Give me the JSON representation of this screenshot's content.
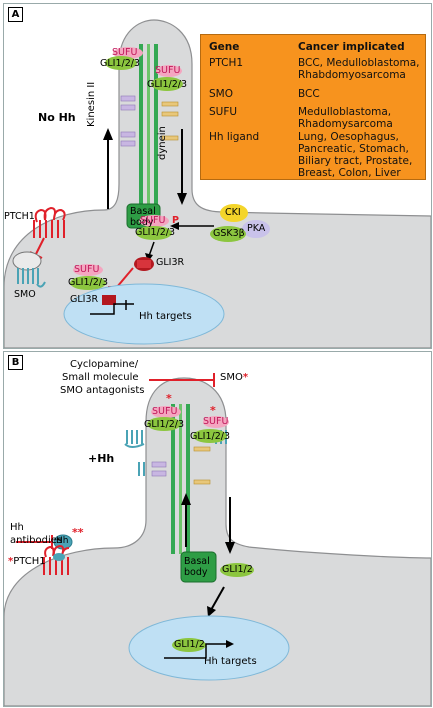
{
  "panels": {
    "a": {
      "label": "A",
      "condition": "No Hh",
      "labels": {
        "kinesin": "Kinesin II",
        "dynein": "dynein",
        "basal_body": [
          "Basal",
          "body"
        ],
        "ptch1": "PTCH1",
        "smo": "SMO",
        "sufu": "SUFU",
        "gli123": "GLI1/2/3",
        "p": "P",
        "cki": "CKI",
        "pka": "PKA",
        "gsk3b": "GSK3β",
        "gli3r": "GLI3R",
        "hh_targets": "Hh targets"
      }
    },
    "b": {
      "label": "B",
      "condition": "+Hh",
      "labels": {
        "antagonist_line1": "Cyclopamine/",
        "antagonist_line2": "Small molecule",
        "antagonist_line3": "SMO antagonists",
        "smo_star": "SMO",
        "sufu": "SUFU",
        "gli123": "GLI1/2/3",
        "antibodies_line1": "Hh",
        "antibodies_line2": "antibodies",
        "hh": "Hh",
        "ptch1": "PTCH1",
        "basal_body": [
          "Basal",
          "body"
        ],
        "gli12": "GLI1/2",
        "hh_targets": "Hh targets",
        "star": "*",
        "double_star": "**"
      }
    }
  },
  "table": {
    "header_gene": "Gene",
    "header_cancer": "Cancer implicated",
    "rows": [
      {
        "gene": "PTCH1",
        "cancer": [
          "BCC, Medulloblastoma,",
          "Rhabdomyosarcoma"
        ]
      },
      {
        "gene": "SMO",
        "cancer": [
          "BCC"
        ]
      },
      {
        "gene": "SUFU",
        "cancer": [
          "Medulloblastoma,",
          "Rhadomysarcoma"
        ]
      },
      {
        "gene": "Hh ligand",
        "cancer": [
          "Lung, Oesophagus,",
          "Pancreatic, Stomach,",
          "Biliary tract, Prostate,",
          "Breast, Colon, Liver"
        ]
      }
    ]
  },
  "colors": {
    "cell": "#d9dadb",
    "cell_edge": "#8e8f91",
    "nucleus": "#bfe0f4",
    "table_bg": "#f7931e",
    "gli_green": "#8cc63f",
    "sufu_pink": "#f4a6c0",
    "red": "#e0202a",
    "teal": "#4aa3b5"
  }
}
